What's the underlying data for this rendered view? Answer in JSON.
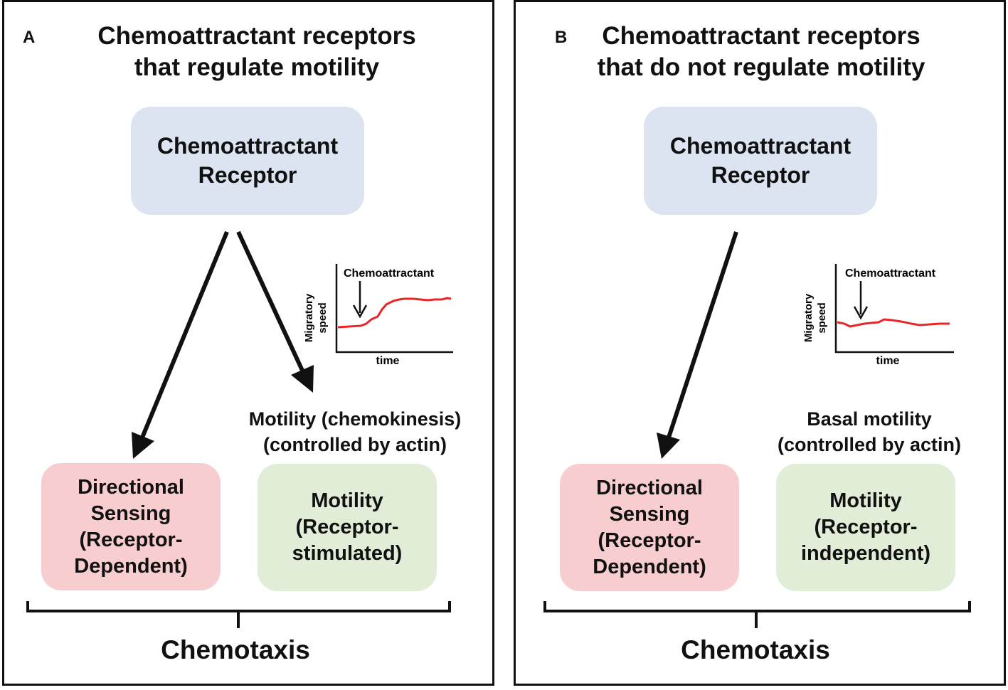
{
  "panel_a": {
    "letter": "A",
    "title_lines": [
      "Chemoattractant receptors",
      "that regulate motility"
    ],
    "receptor_lines": [
      "Chemoattractant",
      "Receptor"
    ],
    "inset": {
      "annotation": "Chemoattractant",
      "ylabel_lines": [
        "Migratory",
        "speed"
      ],
      "xlabel": "time"
    },
    "motility_caption_lines": [
      "Motility (chemokinesis)",
      "(controlled by actin)"
    ],
    "sensing_lines": [
      "Directional",
      "Sensing",
      "(Receptor-",
      "Dependent)"
    ],
    "motility_lines": [
      "Motility",
      "(Receptor-",
      "stimulated)"
    ],
    "bottom_label": "Chemotaxis"
  },
  "panel_b": {
    "letter": "B",
    "title_lines": [
      "Chemoattractant receptors",
      "that do not regulate motility"
    ],
    "receptor_lines": [
      "Chemoattractant",
      "Receptor"
    ],
    "inset": {
      "annotation": "Chemoattractant",
      "ylabel_lines": [
        "Migratory",
        "speed"
      ],
      "xlabel": "time"
    },
    "motility_caption_lines": [
      "Basal motility",
      "(controlled by actin)"
    ],
    "sensing_lines": [
      "Directional",
      "Sensing",
      "(Receptor-",
      "Dependent)"
    ],
    "motility_lines": [
      "Motility",
      "(Receptor-",
      "independent)"
    ],
    "bottom_label": "Chemotaxis"
  },
  "colors": {
    "receptor_box": "#dce4f1",
    "sensing_box": "#f8cdcf",
    "motility_box": "#e2edd8",
    "speed_trace": "#e8262a",
    "arrows": "#111111"
  }
}
